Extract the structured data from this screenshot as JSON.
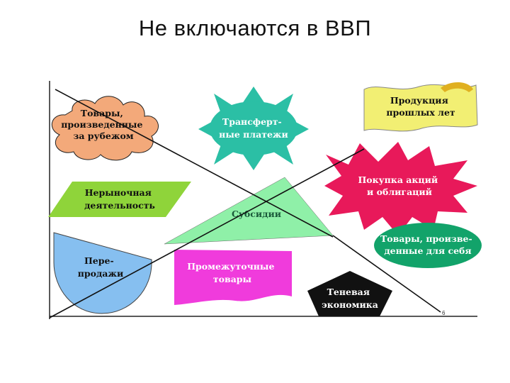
{
  "title": "Не включаются в ВВП",
  "shapes": {
    "imports": [
      "Товары,",
      "произведенные",
      "за рубежом"
    ],
    "transfers": [
      "Трансферт-",
      "ные платежи"
    ],
    "past_years": [
      "Продукция",
      "прошлых лет"
    ],
    "securities": [
      "Покупка акций",
      "и облигаций"
    ],
    "non_market": [
      "Нерыночная",
      "деятельность"
    ],
    "subsidies": [
      "Субсидии"
    ],
    "own_use": [
      "Товары, произве-",
      "денные для себя"
    ],
    "resales": [
      "Пере-",
      "продажи"
    ],
    "intermediate": [
      "Промежуточные",
      "товары"
    ],
    "shadow": [
      "Теневая",
      "экономика"
    ]
  },
  "page_number": "6",
  "colors": {
    "cloud": "#f3a97a",
    "sun": "#2bbfa5",
    "scroll": "#f2ef73",
    "star": "#e8195a",
    "parallelogram": "#8fd43a",
    "triangle": "#8ff0a8",
    "ellipse": "#12a36a",
    "half_circle": "#86bff0",
    "flag": "#f03bdc",
    "pentagon": "#111111"
  }
}
